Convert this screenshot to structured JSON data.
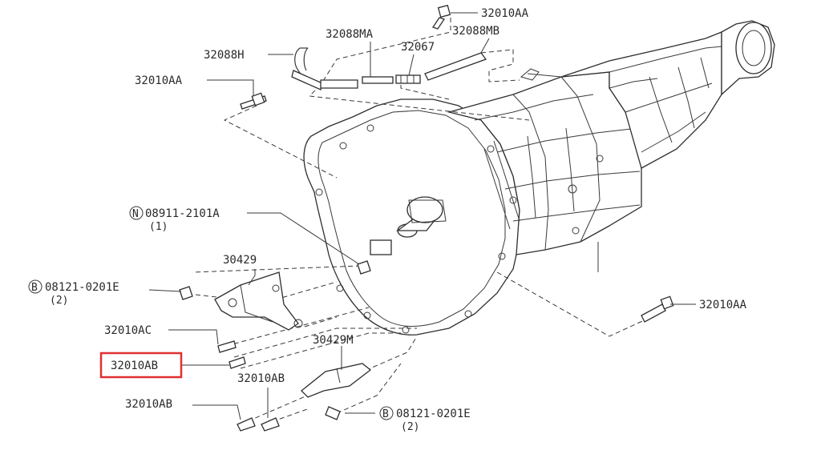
{
  "labels": {
    "l_32010aa_top": "32010AA",
    "l_32088ma": "32088MA",
    "l_32067": "32067",
    "l_32088mb": "32088MB",
    "l_32088h": "32088H",
    "l_32010aa_left": "32010AA",
    "l_08911_num": "08911-2101A",
    "l_08911_qty": "(1)",
    "l_30429": "30429",
    "l_08121_left_num": "08121-0201E",
    "l_08121_left_qty": "(2)",
    "l_32010ac": "32010AC",
    "l_32010ab_highlight": "32010AB",
    "l_30429m": "30429M",
    "l_32010ab_mid": "32010AB",
    "l_32010ab_low": "32010AB",
    "l_08121_right_num": "08121-0201E",
    "l_08121_right_qty": "(2)",
    "l_32010aa_right": "32010AA"
  },
  "badges": {
    "n": "N",
    "b1": "B",
    "b2": "B"
  },
  "highlight": {
    "color": "#e03030",
    "target": "32010AB"
  }
}
